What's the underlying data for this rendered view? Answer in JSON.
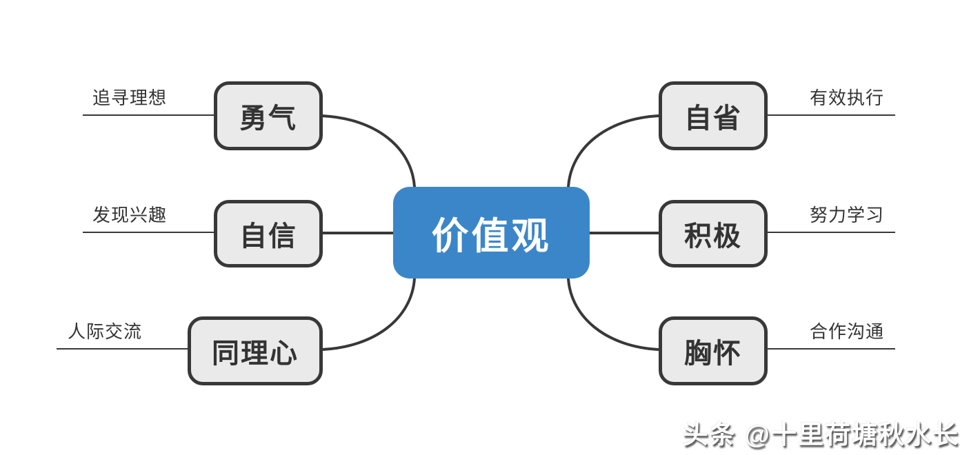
{
  "diagram": {
    "center": {
      "label": "价值观"
    },
    "left_branches": [
      {
        "node": "勇气",
        "label": "追寻理想"
      },
      {
        "node": "自信",
        "label": "发现兴趣"
      },
      {
        "node": "同理心",
        "label": "人际交流"
      }
    ],
    "right_branches": [
      {
        "node": "自省",
        "label": "有效执行"
      },
      {
        "node": "积极",
        "label": "努力学习"
      },
      {
        "node": "胸怀",
        "label": "合作沟通"
      }
    ]
  },
  "watermark": "头条 @十里荷塘秋水长",
  "colors": {
    "center_fill": "#3b86c8",
    "node_fill": "#eaeaea",
    "stroke": "#383838",
    "text": "#333333"
  }
}
